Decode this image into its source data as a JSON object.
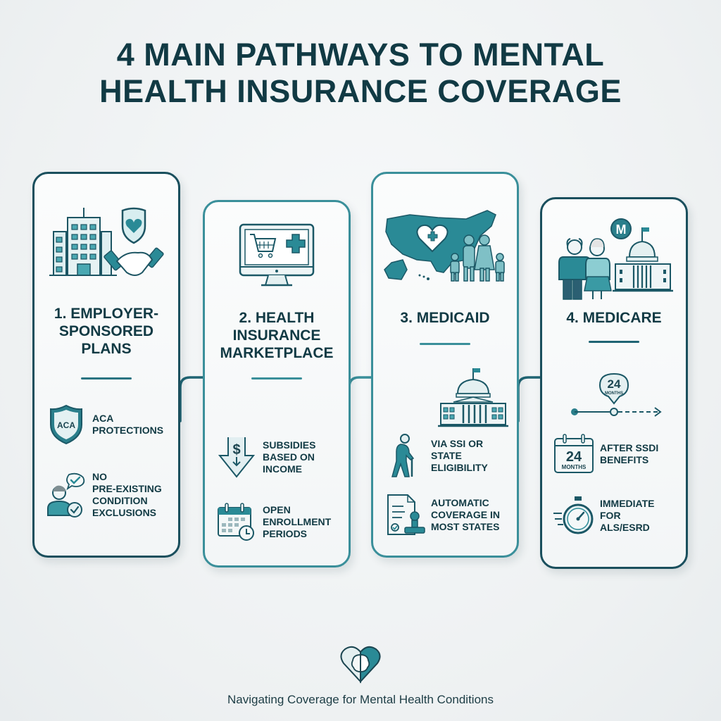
{
  "header": {
    "title_line1": "4 MAIN PATHWAYS TO MENTAL",
    "title_line2": "HEALTH INSURANCE COVERAGE"
  },
  "colors": {
    "dark_teal": "#113a44",
    "teal": "#2a8a96",
    "light_teal": "#9fd0d5",
    "background": "#f1f4f5"
  },
  "pathways": [
    {
      "number": "1",
      "title_line1": "1. EMPLOYER-",
      "title_line2": "SPONSORED",
      "title_line3": "PLANS",
      "icon": "office-building-handshake-shield-heart-icon",
      "features": [
        {
          "icon": "aca-shield-icon",
          "icon_label": "ACA",
          "line1": "ACA",
          "line2": "PROTECTIONS"
        },
        {
          "icon": "person-checkmark-chat-icon",
          "line1": "NO",
          "line2": "PRE-EXISTING",
          "line3": "CONDITION",
          "line4": "EXCLUSIONS"
        }
      ]
    },
    {
      "number": "2",
      "title_line1": "2. HEALTH",
      "title_line2": "INSURANCE",
      "title_line3": "MARKETPLACE",
      "icon": "monitor-cart-medical-cross-icon",
      "features": [
        {
          "icon": "dollar-down-arrow-icon",
          "icon_label": "$",
          "line1": "SUBSIDIES",
          "line2": "BASED ON",
          "line3": "INCOME"
        },
        {
          "icon": "calendar-clock-icon",
          "line1": "OPEN",
          "line2": "ENROLLMENT",
          "line3": "PERIODS"
        }
      ]
    },
    {
      "number": "3",
      "title_line1": "3. MEDICAID",
      "icon": "us-map-heart-family-icon",
      "features": [
        {
          "icon": "capitol-building-icon"
        },
        {
          "icon": "elderly-person-cane-icon",
          "line1": "VIA SSI OR",
          "line2": "STATE",
          "line3": "ELIGIBILITY"
        },
        {
          "icon": "document-stamp-icon",
          "line1": "AUTOMATIC",
          "line2": "COVERAGE IN",
          "line3": "MOST STATES"
        }
      ]
    },
    {
      "number": "4",
      "title_line1": "4. MEDICARE",
      "icon": "elderly-couple-capitol-icon",
      "badge": "M",
      "timeline": {
        "pin_number": "24",
        "pin_label": "MONTHS"
      },
      "features": [
        {
          "icon": "calendar-24-months-icon",
          "icon_number": "24",
          "icon_label": "MONTHS",
          "line1": "AFTER SSDI",
          "line2": "BENEFITS"
        },
        {
          "icon": "stopwatch-icon",
          "line1": "IMMEDIATE",
          "line2": "FOR",
          "line3": "ALS/ESRD"
        }
      ]
    }
  ],
  "footer": {
    "logo": "heart-brain-icon",
    "text": "Navigating Coverage for Mental Health Conditions"
  }
}
